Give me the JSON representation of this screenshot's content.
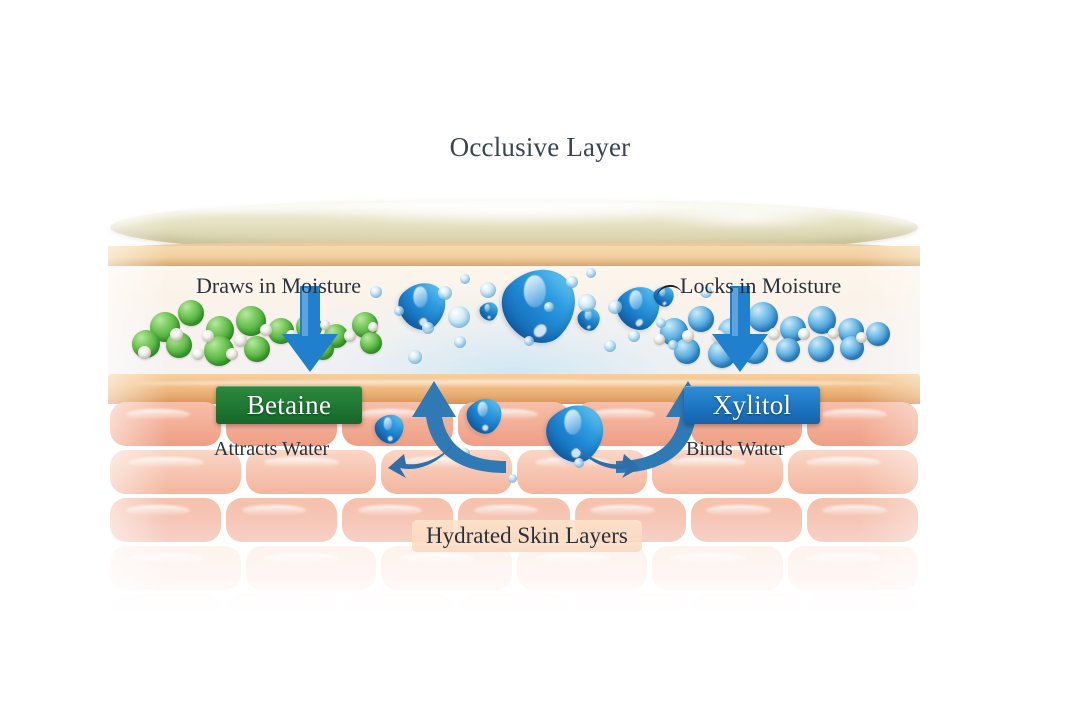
{
  "page": {
    "title": "Occlusive Layer",
    "background_color": "#ffffff"
  },
  "diagram": {
    "type": "skin-hydration-cross-section",
    "layers": [
      {
        "name": "occlusive-layer",
        "label": "Occlusive Layer",
        "color": "#e4e0bf"
      },
      {
        "name": "skin-surface",
        "color": "#f2c189"
      },
      {
        "name": "hydrated-skin-layers",
        "label": "Hydrated Skin Layers",
        "color": "#f0a693"
      }
    ],
    "labels": {
      "top_title": "Occlusive Layer",
      "left_action": "Draws in Moisture",
      "right_action": "Locks in Moisture",
      "left_sub": "Attracts Water",
      "right_sub": "Binds Water",
      "bottom": "Hydrated Skin Layers"
    },
    "badges": {
      "left": {
        "label": "Betaine",
        "color": "#1f7a33"
      },
      "right": {
        "label": "Xylitol",
        "color": "#1f78c4"
      }
    },
    "molecules": {
      "left": {
        "name": "betaine-molecules",
        "color": "#4caf3d",
        "accent_color": "#f3f3ee",
        "count": 14
      },
      "right": {
        "name": "xylitol-molecules",
        "color": "#3d97d6",
        "accent_color": "#f3f3ee",
        "count": 14
      }
    },
    "arrows": {
      "down_left": {
        "name": "draws-in-moisture-arrow",
        "direction": "down",
        "color": "#2180cd"
      },
      "down_right": {
        "name": "locks-in-moisture-arrow",
        "direction": "down",
        "color": "#2180cd"
      },
      "up_left": {
        "name": "moisture-rise-arrow-left",
        "direction": "up",
        "color": "#2f79b4"
      },
      "up_right": {
        "name": "moisture-rise-arrow-right",
        "direction": "up",
        "color": "#2f79b4"
      },
      "curve_left": {
        "name": "moisture-curve-arrow-left",
        "direction": "curve",
        "color": "#2f6ea8"
      },
      "curve_right": {
        "name": "moisture-curve-arrow-right",
        "direction": "curve",
        "color": "#2f6ea8"
      }
    },
    "water": {
      "name": "water-droplets",
      "color": "#2f9de2",
      "droplet_count": 9,
      "bubble_count": 18
    }
  },
  "chart_data": {
    "type": "diagram",
    "title": "Occlusive Layer",
    "annotations": [
      "Occlusive Layer",
      "Draws in Moisture",
      "Locks in Moisture",
      "Betaine",
      "Xylitol",
      "Attracts Water",
      "Binds Water",
      "Hydrated Skin Layers"
    ]
  }
}
